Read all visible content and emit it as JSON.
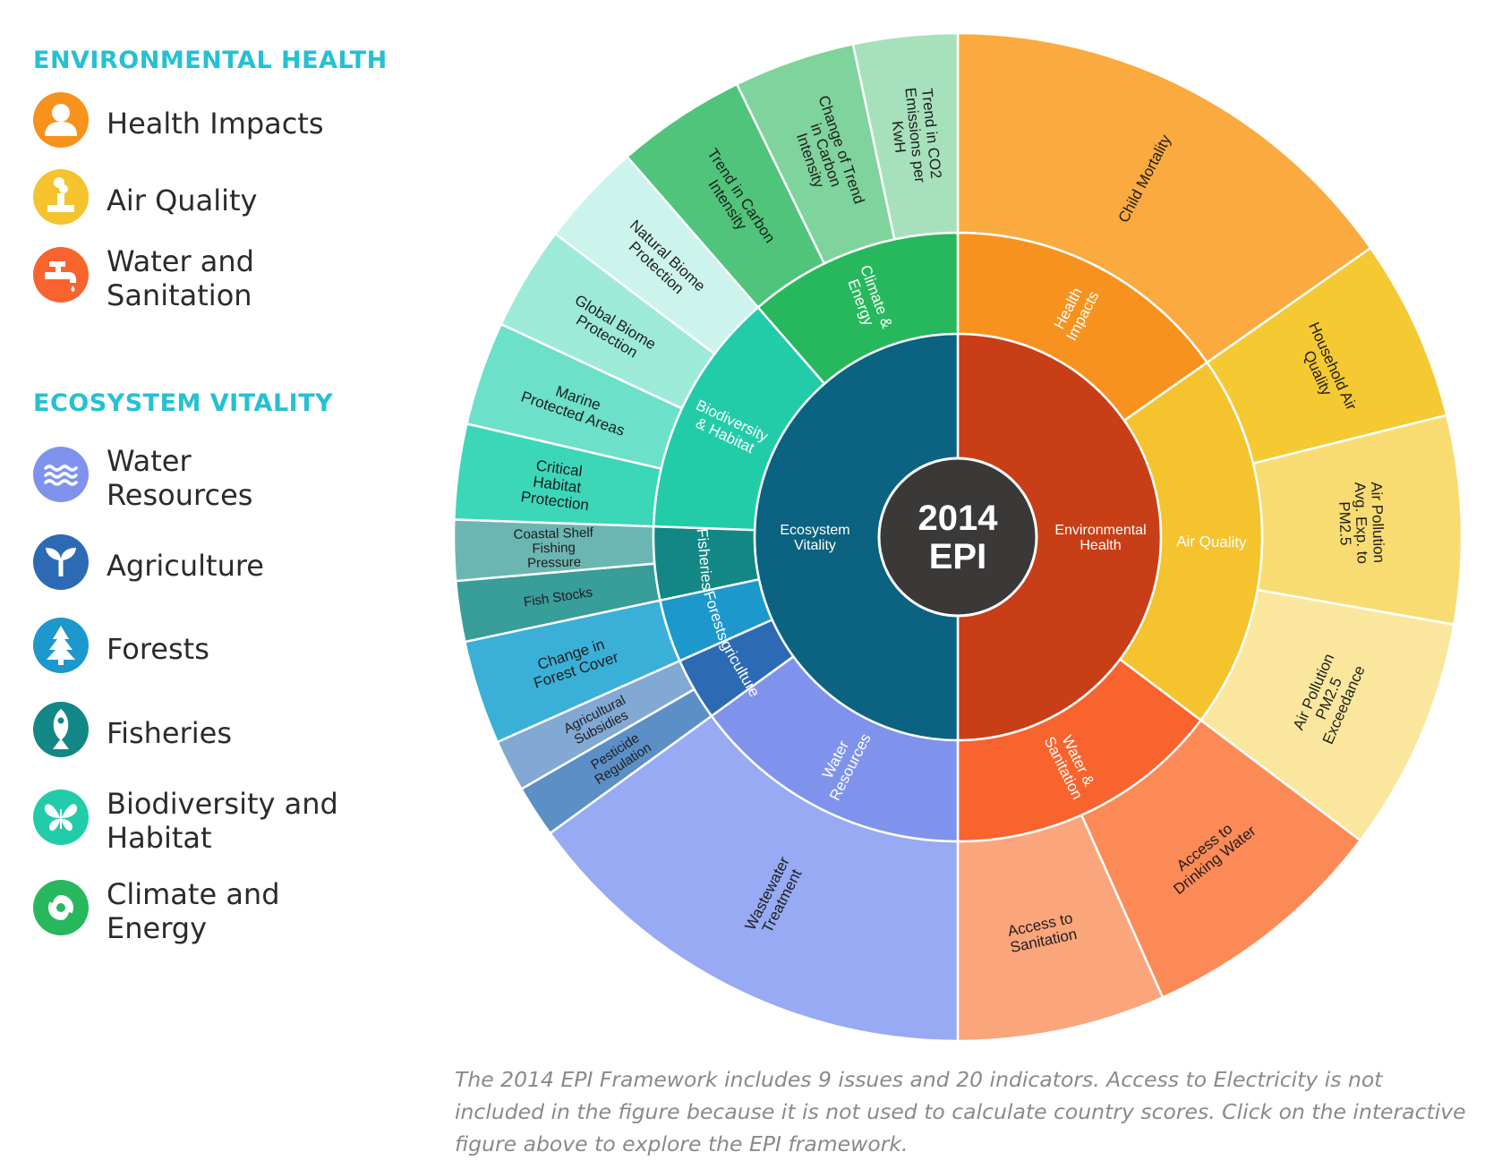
{
  "legend": {
    "eh_heading": "ENVIRONMENTAL HEALTH",
    "ev_heading": "ECOSYSTEM VITALITY",
    "eh_items": [
      {
        "label": "Health Impacts",
        "color": "#f7921e",
        "icon": "person-icon"
      },
      {
        "label": "Air Quality",
        "color": "#f4c32e",
        "icon": "smokestack-icon"
      },
      {
        "label": "Water and\nSanitation",
        "color": "#f9632d",
        "icon": "faucet-icon"
      }
    ],
    "ev_items": [
      {
        "label": "Water\nResources",
        "color": "#7f93ec",
        "icon": "waves-icon"
      },
      {
        "label": "Agriculture",
        "color": "#2d6ab4",
        "icon": "sprout-icon"
      },
      {
        "label": "Forests",
        "color": "#1d98cd",
        "icon": "tree-icon"
      },
      {
        "label": "Fisheries",
        "color": "#138785",
        "icon": "fish-icon"
      },
      {
        "label": "Biodiversity and\nHabitat",
        "color": "#22cca9",
        "icon": "butterfly-icon"
      },
      {
        "label": "Climate and\nEnergy",
        "color": "#27b85d",
        "icon": "hurricane-icon"
      }
    ]
  },
  "chart_data": {
    "type": "sunburst",
    "center_label": [
      "2014",
      "EPI"
    ],
    "objectives": [
      {
        "name": "Environmental Health",
        "color": "#c83e16",
        "issues": [
          {
            "name": "Health Impacts",
            "color": "#f7921e",
            "indicators": [
              {
                "name": "Child Mortality",
                "color": "#fbaa40"
              }
            ]
          },
          {
            "name": "Air Quality",
            "color": "#f4c32e",
            "indicators": [
              {
                "name": "Household Air Quality",
                "color": "#f4c932"
              },
              {
                "name": "Air Pollution Avg. Exp. to PM2.5",
                "color": "#f8dc71"
              },
              {
                "name": "Air Pollution PM2.5 Exceedance",
                "color": "#fae79d"
              }
            ]
          },
          {
            "name": "Water & Sanitation",
            "color": "#f9632d",
            "indicators": [
              {
                "name": "Access to Drinking Water",
                "color": "#fc8a57"
              },
              {
                "name": "Access to Sanitation",
                "color": "#fba57c"
              }
            ]
          }
        ]
      },
      {
        "name": "Ecosystem Vitality",
        "color": "#0b6281",
        "issues": [
          {
            "name": "Water Resources",
            "color": "#7f93ec",
            "indicators": [
              {
                "name": "Wastewater Treatment",
                "color": "#97aaf3"
              }
            ]
          },
          {
            "name": "Agriculture",
            "color": "#2d6ab4",
            "indicators": [
              {
                "name": "Pesticide Regulation",
                "color": "#5c8fc6"
              },
              {
                "name": "Agricultural Subsidies",
                "color": "#82a8d4"
              }
            ]
          },
          {
            "name": "Forests",
            "color": "#1d98cd",
            "indicators": [
              {
                "name": "Change in Forest Cover",
                "color": "#3ab0d8"
              }
            ]
          },
          {
            "name": "Fisheries",
            "color": "#138785",
            "indicators": [
              {
                "name": "Fish Stocks",
                "color": "#399d9a"
              },
              {
                "name": "Coastal Shelf Fishing Pressure",
                "color": "#6bb6b3"
              }
            ]
          },
          {
            "name": "Biodiversity & Habitat",
            "color": "#22cca9",
            "indicators": [
              {
                "name": "Critical Habitat Protection",
                "color": "#3cd6b8"
              },
              {
                "name": "Marine Protected Areas",
                "color": "#6ce0c8"
              },
              {
                "name": "Global Biome Protection",
                "color": "#9eead9"
              },
              {
                "name": "Natural Biome Protection",
                "color": "#cdf4ec"
              }
            ]
          },
          {
            "name": "Climate & Energy",
            "color": "#27b85d",
            "indicators": [
              {
                "name": "Trend in Carbon Intensity",
                "color": "#4fc47a"
              },
              {
                "name": "Change of Trend in Carbon Intensity",
                "color": "#7fd39c"
              },
              {
                "name": "Trend in CO2 Emissions per KwH",
                "color": "#a7e1bc"
              }
            ]
          }
        ]
      }
    ]
  },
  "caption": "The 2014 EPI Framework includes 9 issues and 20 indicators. Access to Electricity is not included in the figure because it is not used to calculate country scores. Click on the interactive figure above to explore the EPI framework."
}
